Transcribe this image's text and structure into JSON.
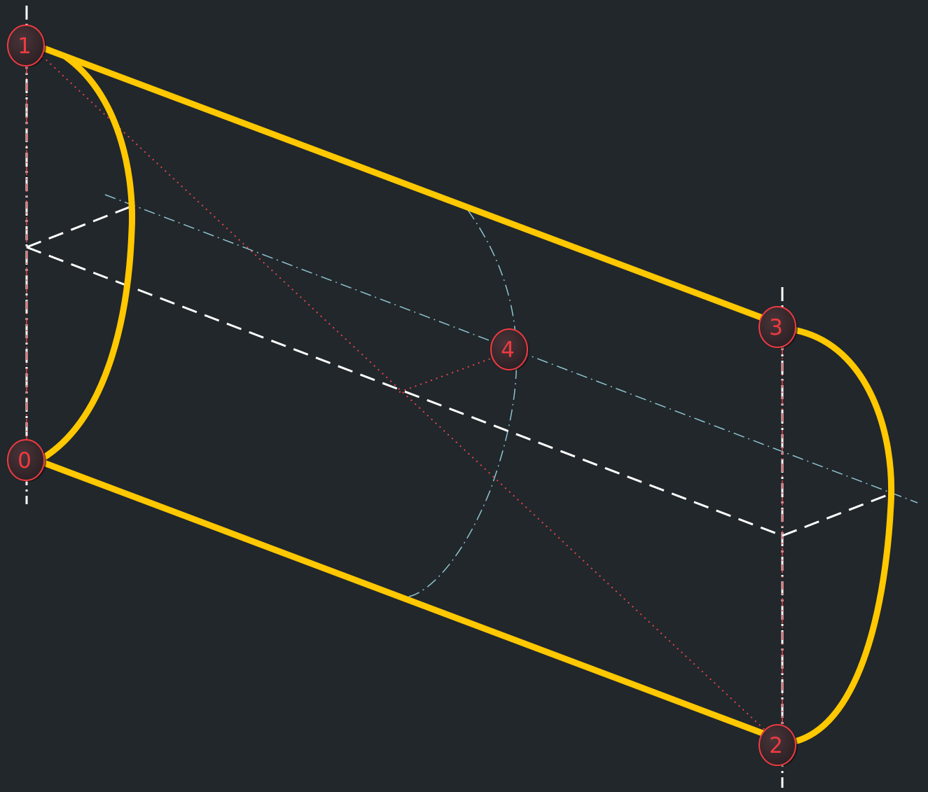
{
  "colors": {
    "background": "#21272b",
    "outline": "#ffc800",
    "construction_dashed": "#ffffff",
    "center_axis": "#8fc3cf",
    "guide_dotted": "#e8454d",
    "marker_fill": "#3a2c30",
    "marker_text": "#f03a40"
  },
  "markers": [
    {
      "label": "1",
      "icon": "grip-point-marker"
    },
    {
      "label": "0",
      "icon": "grip-point-marker"
    },
    {
      "label": "4",
      "icon": "grip-point-marker"
    },
    {
      "label": "3",
      "icon": "grip-point-marker"
    },
    {
      "label": "2",
      "icon": "grip-point-marker"
    }
  ]
}
